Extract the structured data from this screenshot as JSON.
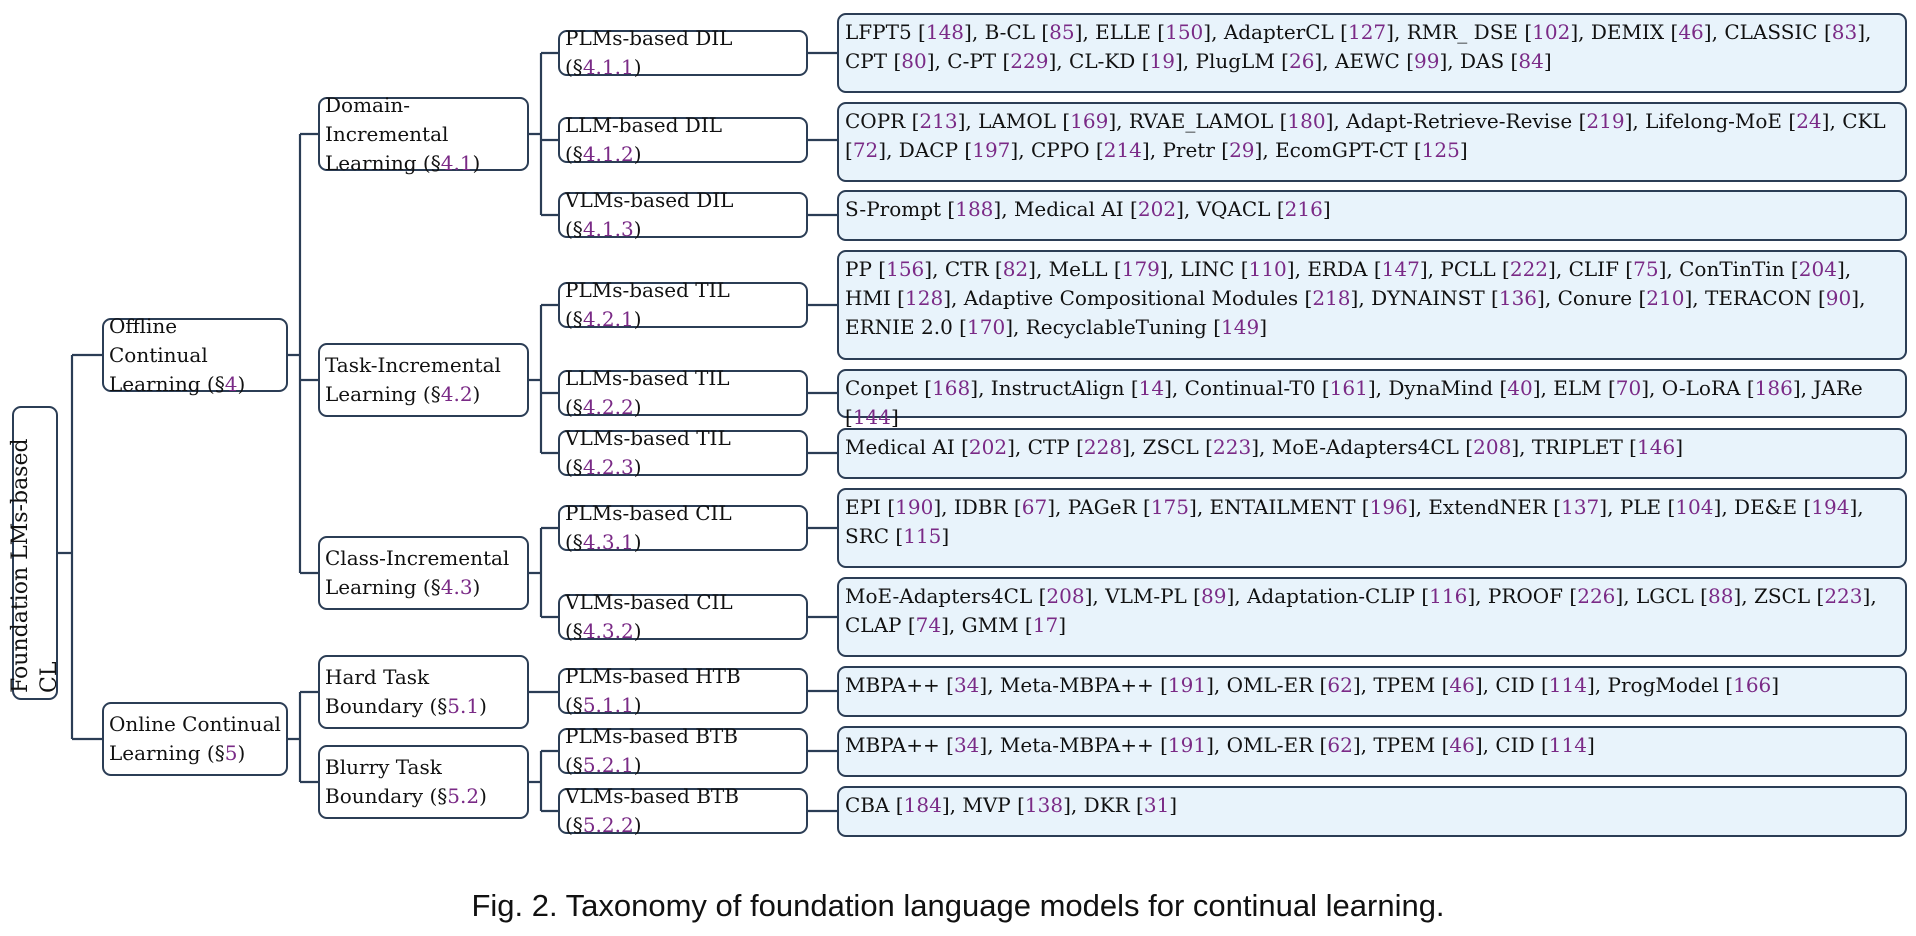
{
  "root": {
    "label": "Foundation LMs-based CL"
  },
  "categories": [
    {
      "label": "Offline Continual Learning (§",
      "sec": "4",
      "tail": ")"
    },
    {
      "label": "Online Continual Learning (§",
      "sec": "5",
      "tail": ")"
    }
  ],
  "subcategories": [
    {
      "label": "Domain-Incremental Learning (§",
      "sec": "4.1",
      "tail": ")"
    },
    {
      "label": "Task-Incremental Learning (§",
      "sec": "4.2",
      "tail": ")"
    },
    {
      "label": "Class-Incremental Learning (§",
      "sec": "4.3",
      "tail": ")"
    },
    {
      "label": "Hard Task Boundary (§",
      "sec": "5.1",
      "tail": ")"
    },
    {
      "label": "Blurry Task Boundary (§",
      "sec": "5.2",
      "tail": ")"
    }
  ],
  "methods": [
    {
      "label": "PLMs-based DIL (§",
      "sec": "4.1.1",
      "tail": ")"
    },
    {
      "label": "LLM-based DIL (§",
      "sec": "4.1.2",
      "tail": ")"
    },
    {
      "label": "VLMs-based DIL (§",
      "sec": "4.1.3",
      "tail": ")"
    },
    {
      "label": "PLMs-based TIL (§",
      "sec": "4.2.1",
      "tail": ")"
    },
    {
      "label": "LLMs-based TIL (§",
      "sec": "4.2.2",
      "tail": ")"
    },
    {
      "label": "VLMs-based TIL (§",
      "sec": "4.2.3",
      "tail": ")"
    },
    {
      "label": "PLMs-based CIL (§",
      "sec": "4.3.1",
      "tail": ")"
    },
    {
      "label": "VLMs-based CIL (§",
      "sec": "4.3.2",
      "tail": ")"
    },
    {
      "label": "PLMs-based HTB (§",
      "sec": "5.1.1",
      "tail": ")"
    },
    {
      "label": "PLMs-based BTB (§",
      "sec": "5.2.1",
      "tail": ")"
    },
    {
      "label": "VLMs-based BTB (§",
      "sec": "5.2.2",
      "tail": ")"
    }
  ],
  "leaves": [
    [
      [
        "LFPT5",
        "148"
      ],
      [
        "B-CL",
        "85"
      ],
      [
        "ELLE",
        "150"
      ],
      [
        "AdapterCL",
        "127"
      ],
      [
        "RMR_ DSE",
        "102"
      ],
      [
        "DEMIX",
        "46"
      ],
      [
        " CLASSIC",
        "83"
      ],
      [
        "CPT",
        "80"
      ],
      [
        "C-PT",
        "229"
      ],
      [
        "CL-KD",
        "19"
      ],
      [
        "PlugLM",
        "26"
      ],
      [
        "AEWC",
        "99"
      ],
      [
        "DAS",
        "84"
      ]
    ],
    [
      [
        "COPR",
        "213"
      ],
      [
        "LAMOL",
        "169"
      ],
      [
        "RVAE_LAMOL",
        "180"
      ],
      [
        "Adapt-Retrieve-Revise",
        "219"
      ],
      [
        "Lifelong-MoE",
        "24"
      ],
      [
        "CKL",
        "72"
      ],
      [
        "DACP",
        "197"
      ],
      [
        "CPPO",
        "214"
      ],
      [
        "Pretr",
        "29"
      ],
      [
        "EcomGPT-CT",
        "125"
      ]
    ],
    [
      [
        "S-Prompt",
        "188"
      ],
      [
        "Medical AI",
        "202"
      ],
      [
        "VQACL",
        "216"
      ]
    ],
    [
      [
        "PP",
        "156"
      ],
      [
        "CTR",
        "82"
      ],
      [
        "MeLL",
        "179"
      ],
      [
        "LINC",
        "110"
      ],
      [
        "ERDA",
        "147"
      ],
      [
        "PCLL",
        "222"
      ],
      [
        "CLIF",
        "75"
      ],
      [
        "ConTinTin",
        "204"
      ],
      [
        "HMI",
        "128"
      ],
      [
        "Adaptive Compositional Modules",
        "218"
      ],
      [
        "DYNAINST",
        "136"
      ],
      [
        "Conure",
        "210"
      ],
      [
        "TERACON",
        "90"
      ],
      [
        "ERNIE 2.0",
        "170"
      ],
      [
        "RecyclableTuning",
        "149"
      ]
    ],
    [
      [
        "Conpet",
        "168"
      ],
      [
        "InstructAlign",
        "14"
      ],
      [
        "Continual-T0",
        "161"
      ],
      [
        "DynaMind",
        "40"
      ],
      [
        "ELM",
        "70"
      ],
      [
        "O-LoRA",
        "186"
      ],
      [
        "JARe",
        "144"
      ]
    ],
    [
      [
        "Medical AI",
        "202"
      ],
      [
        "CTP",
        "228"
      ],
      [
        "ZSCL",
        "223"
      ],
      [
        "MoE-Adapters4CL",
        "208"
      ],
      [
        "TRIPLET",
        "146"
      ]
    ],
    [
      [
        "EPI",
        "190"
      ],
      [
        "IDBR",
        "67"
      ],
      [
        "PAGeR",
        "175"
      ],
      [
        "ENTAILMENT",
        "196"
      ],
      [
        "ExtendNER",
        "137"
      ],
      [
        "PLE",
        "104"
      ],
      [
        "DE&E",
        "194"
      ],
      [
        "SRC",
        "115"
      ]
    ],
    [
      [
        "MoE-Adapters4CL",
        "208"
      ],
      [
        "VLM-PL",
        "89"
      ],
      [
        "Adaptation-CLIP",
        "116"
      ],
      [
        "PROOF",
        "226"
      ],
      [
        "LGCL",
        "88"
      ],
      [
        "ZSCL",
        "223"
      ],
      [
        "CLAP",
        "74"
      ],
      [
        "GMM",
        "17"
      ]
    ],
    [
      [
        "MBPA++",
        "34"
      ],
      [
        "Meta-MBPA++",
        "191"
      ],
      [
        "OML-ER",
        "62"
      ],
      [
        "TPEM",
        "46"
      ],
      [
        "CID",
        "114"
      ],
      [
        "ProgModel",
        "166"
      ]
    ],
    [
      [
        "MBPA++",
        "34"
      ],
      [
        "Meta-MBPA++",
        "191"
      ],
      [
        "OML-ER",
        "62"
      ],
      [
        "TPEM",
        "46"
      ],
      [
        "CID",
        "114"
      ]
    ],
    [
      [
        "CBA",
        "184"
      ],
      [
        "MVP",
        "138"
      ],
      [
        "DKR",
        "31"
      ]
    ]
  ],
  "caption": "Fig. 2.  Taxonomy of foundation language models for continual learning."
}
